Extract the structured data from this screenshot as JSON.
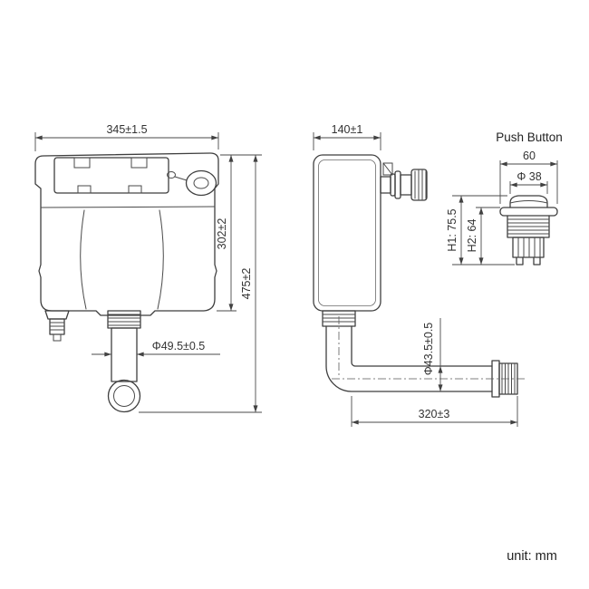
{
  "unit_label": "unit: mm",
  "front_view": {
    "width_dim": "345±1.5",
    "body_height_dim": "302±2",
    "total_height_dim": "475±2",
    "outlet_dia_dim": "Φ49.5±0.5"
  },
  "side_view": {
    "depth_dim": "140±1",
    "pipe_dia_dim": "Φ43.5±0.5",
    "pipe_length_dim": "320±3"
  },
  "push_button": {
    "title": "Push Button",
    "width_dim": "60",
    "cap_dia_dim": "Φ 38",
    "h1_dim": "H1: 75.5",
    "h2_dim": "H2: 64"
  },
  "colors": {
    "line": "#3f3f3f",
    "dimension_line": "#4a4a4a",
    "text": "#333333",
    "background": "#ffffff"
  }
}
